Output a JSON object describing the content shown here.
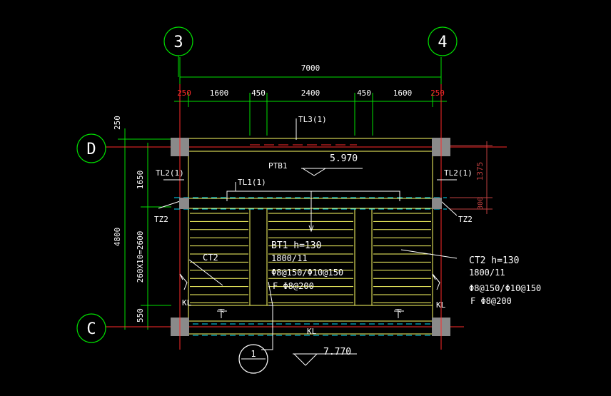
{
  "colors": {
    "background": "#000000",
    "green": "#00e000",
    "white": "#ffffff",
    "yellow": "#ffff66",
    "red": "#ff2a2a",
    "cyan": "#00e0ff",
    "darkred": "#c04040",
    "column": "#8a8a8a"
  },
  "axes": {
    "col3": "3",
    "col4": "4",
    "rowD": "D",
    "rowC": "C"
  },
  "dims": {
    "total": "7000",
    "segments": [
      "250",
      "1600",
      "450",
      "2400",
      "450",
      "1600",
      "250"
    ],
    "left_top": "250",
    "left_1650": "1650",
    "left_total": "4800",
    "left_steps": "260X10=2600",
    "left_bottom": "550",
    "right_1375": "1375",
    "right_300": "300"
  },
  "labels": {
    "tl3": "TL3(1)",
    "ptb1": "PTB1",
    "level_top": "5.970",
    "tl1": "TL1(1)",
    "tl2_left": "TL2(1)",
    "tl2_right": "TL2(1)",
    "tz2_left": "TZ2",
    "tz2_right": "TZ2",
    "ct2_left": "CT2",
    "bt1_a": "BT1   h=130",
    "bt1_b": "1800/11",
    "bt1_c": "Φ8@150/Φ10@150",
    "bt1_d": "F  Φ8@200",
    "ct2_a": "CT2    h=130",
    "ct2_b": "1800/11",
    "ct2_c": "Φ8@150/Φ10@150",
    "ct2_d": "F  Φ8@200",
    "kl_left": "KL",
    "kl_right": "KL",
    "kl_bottom": "KL",
    "section": "1",
    "level_bottom": "7.770",
    "down_left": "下",
    "down_right": "下"
  }
}
